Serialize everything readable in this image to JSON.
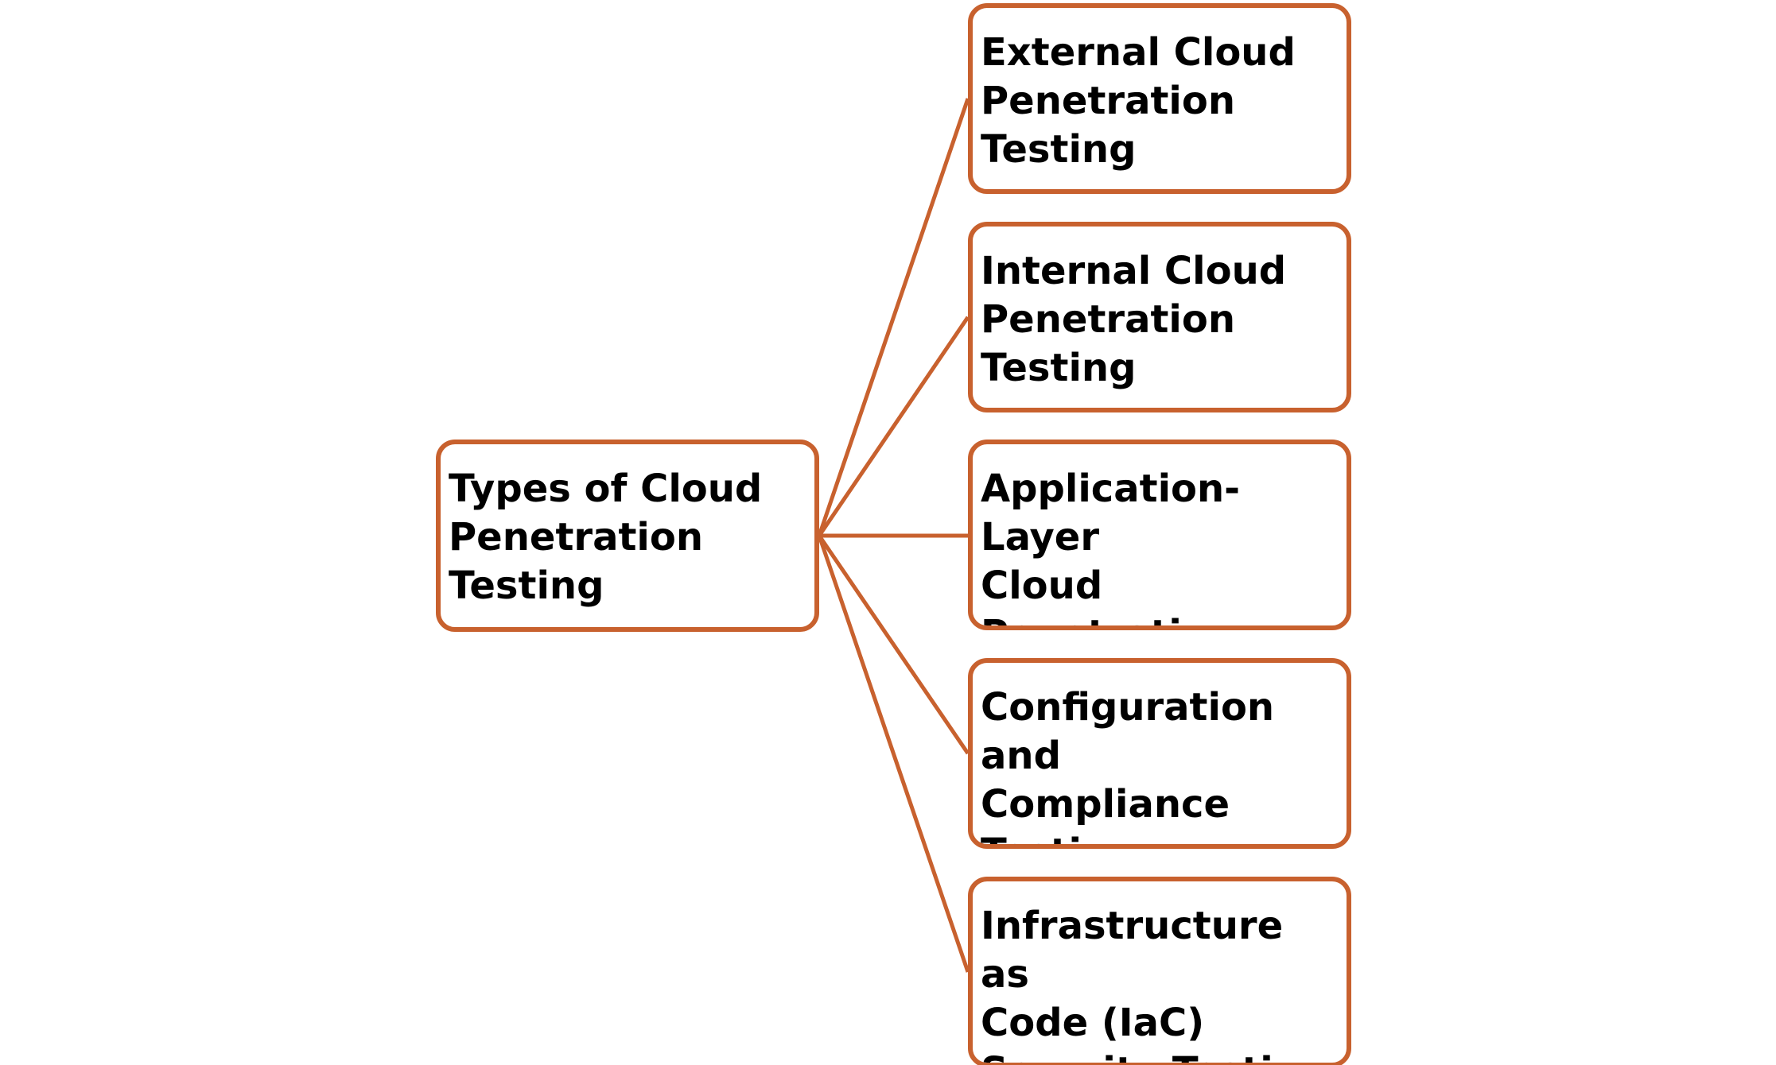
{
  "diagram": {
    "accent_color": "#C8612E",
    "root": {
      "label": "Types of Cloud\nPenetration\nTesting"
    },
    "children": [
      {
        "label": "External Cloud\nPenetration\nTesting"
      },
      {
        "label": "Internal Cloud\nPenetration\nTesting"
      },
      {
        "label": "Application-Layer\nCloud Penetration\nTesting"
      },
      {
        "label": "Configuration and\nCompliance\nTesting"
      },
      {
        "label": "Infrastructure as\nCode (IaC)\nSecurity Testing"
      }
    ]
  }
}
